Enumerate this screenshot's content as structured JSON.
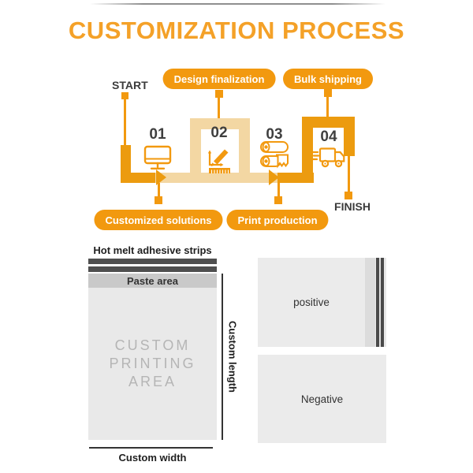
{
  "title": "CUSTOMIZATION PROCESS",
  "flow": {
    "start_label": "START",
    "finish_label": "FINISH",
    "pill_design": "Design finalization",
    "pill_shipping": "Bulk shipping",
    "pill_solutions": "Customized solutions",
    "pill_production": "Print production",
    "steps": [
      {
        "number": "01",
        "icon": "monitor-icon"
      },
      {
        "number": "02",
        "icon": "design-ruler-pencil-icon"
      },
      {
        "number": "03",
        "icon": "paper-rolls-icon"
      },
      {
        "number": "04",
        "icon": "delivery-truck-icon"
      }
    ]
  },
  "bag": {
    "adhesive_label": "Hot melt adhesive strips",
    "paste_label": "Paste area",
    "printing_line1": "CUSTOM",
    "printing_line2": "PRINTING",
    "printing_line3": "AREA",
    "width_label": "Custom width",
    "length_label": "Custom length"
  },
  "sides": {
    "positive_label": "positive",
    "negative_label": "Negative"
  },
  "colors": {
    "orange": "#F2990F",
    "orange_path": "#EC9B0F",
    "tan": "#F3D7A3",
    "title_orange": "#F4A128",
    "strip_gray": "#4F4F4F",
    "paste_gray": "#C9C9C9",
    "panel_gray": "#EBEBEB",
    "print_text_gray": "#B5B5B5"
  }
}
